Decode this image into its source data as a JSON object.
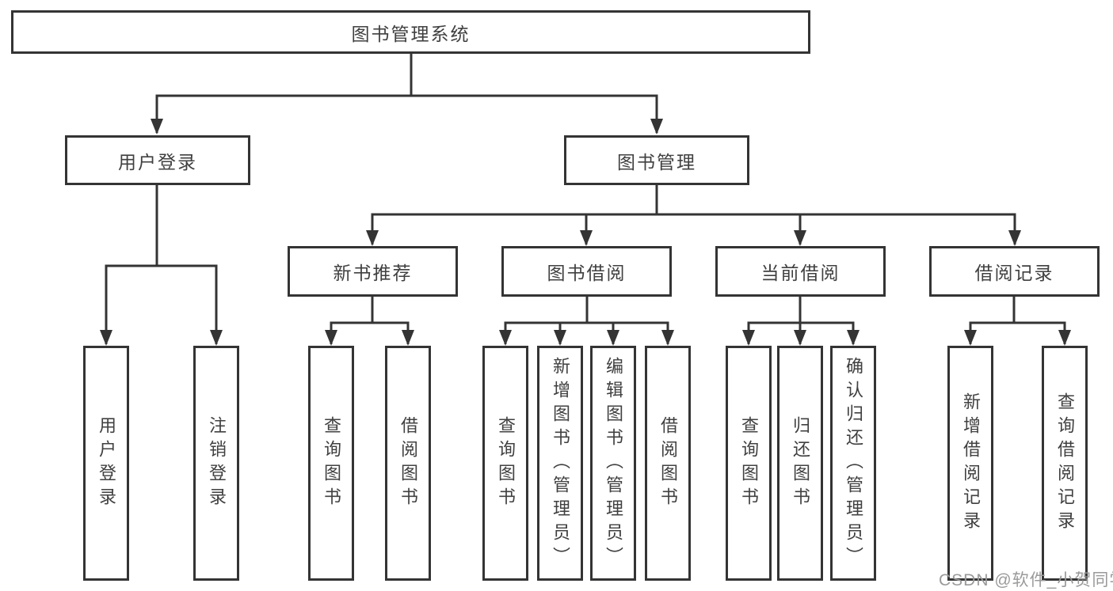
{
  "diagram": {
    "root": {
      "label": "图书管理系统"
    },
    "branches": [
      {
        "label": "用户登录",
        "children": [
          "用户登录",
          "注销登录"
        ]
      },
      {
        "label": "图书管理",
        "children": [
          {
            "label": "新书推荐",
            "children": [
              "查询图书",
              "借阅图书"
            ]
          },
          {
            "label": "图书借阅",
            "children": [
              "查询图书",
              "新增图书（管理员）",
              "编辑图书（管理员）",
              "借阅图书"
            ]
          },
          {
            "label": "当前借阅",
            "children": [
              "查询图书",
              "归还图书",
              "确认归还（管理员）"
            ]
          },
          {
            "label": "借阅记录",
            "children": [
              "新增借阅记录",
              "查询借阅记录"
            ]
          }
        ]
      }
    ]
  },
  "watermark": {
    "text": "CSDN @软件_小贺同学"
  },
  "colors": {
    "line": "#343434",
    "text": "#404040",
    "watermark": "#9a9a9a",
    "background": "#ffffff"
  }
}
